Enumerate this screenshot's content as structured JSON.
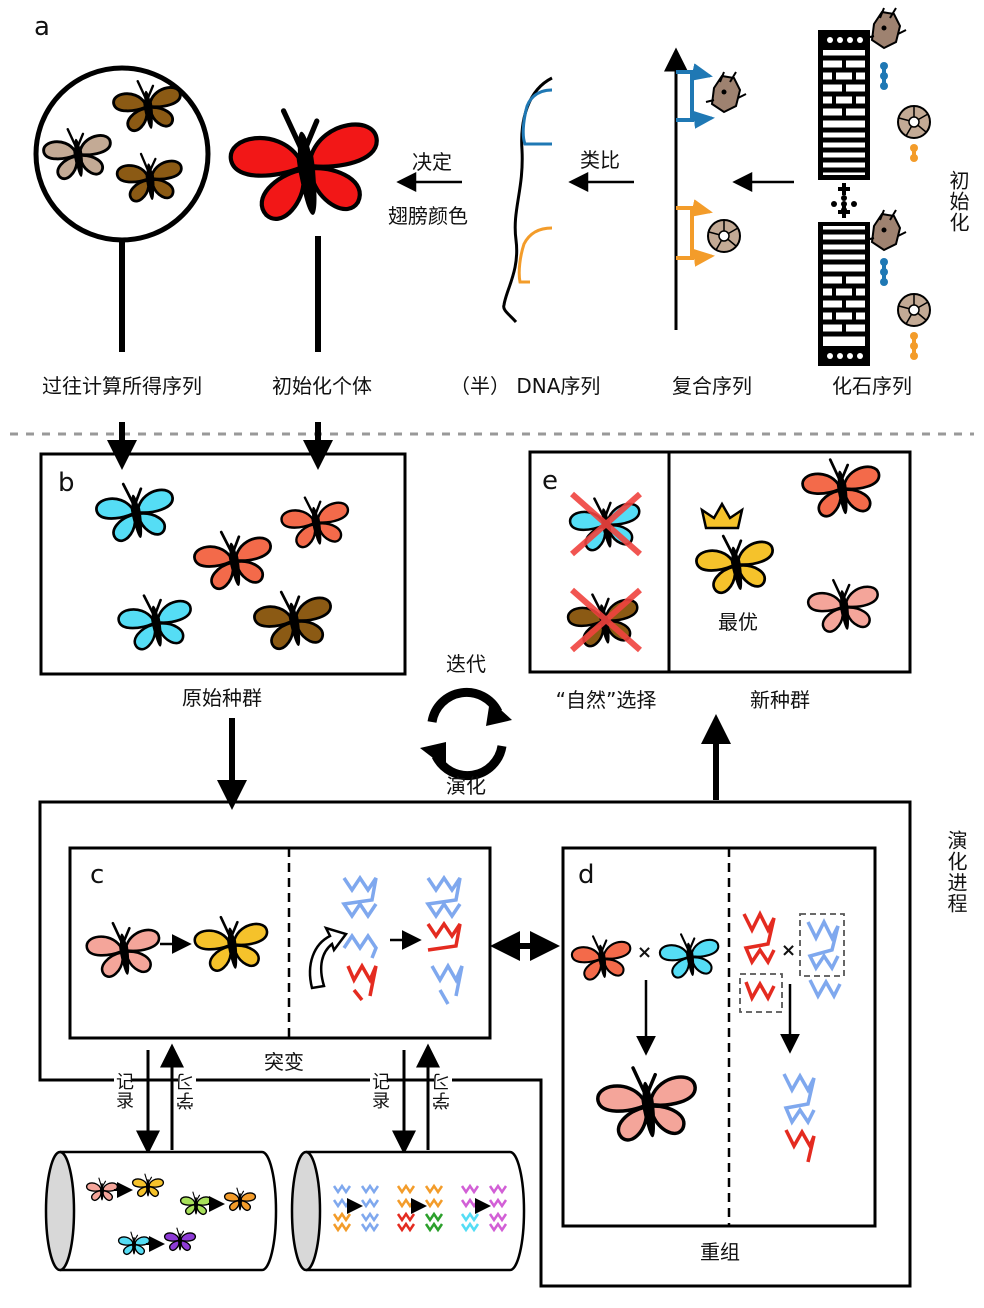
{
  "panel_labels": {
    "a": "a",
    "b": "b",
    "c": "c",
    "d": "d",
    "e": "e"
  },
  "top": {
    "side_label": "初始化",
    "past_sequences": "过往计算所得序列",
    "initial_individual": "初始化个体",
    "dna_prefix": "（半）",
    "dna_sequence": "DNA序列",
    "composite_sequence": "复合序列",
    "fossil_sequence": "化石序列",
    "determine": "决定",
    "wing_color": "翅膀颜色",
    "analogy": "类比",
    "plus": "+",
    "dots": "⋮"
  },
  "middle": {
    "original_population": "原始种群",
    "iterate": "迭代",
    "evolve": "演化",
    "natural_selection": "“自然”选择",
    "new_population": "新种群",
    "best": "最优"
  },
  "bottom": {
    "side_label": "演化进程",
    "mutation": "突变",
    "record_left": "记录",
    "learn_left": "学习",
    "record_right": "记录",
    "learn_right": "学习",
    "recombination": "重组",
    "cross": "×"
  },
  "colors": {
    "brown": "#8B5A14",
    "tan": "#C3AA95",
    "red": "#F21717",
    "cyan": "#55DDF5",
    "orange_red": "#F36A4A",
    "salmon": "#F4A59A",
    "yellow": "#F5C22B",
    "blue_dna": "#1F78B4",
    "orange_dna": "#F39C2A",
    "light_blue": "#7FA8EE",
    "red_line": "#E42B20",
    "green": "#A8E05A",
    "purple": "#8E3BD6"
  }
}
